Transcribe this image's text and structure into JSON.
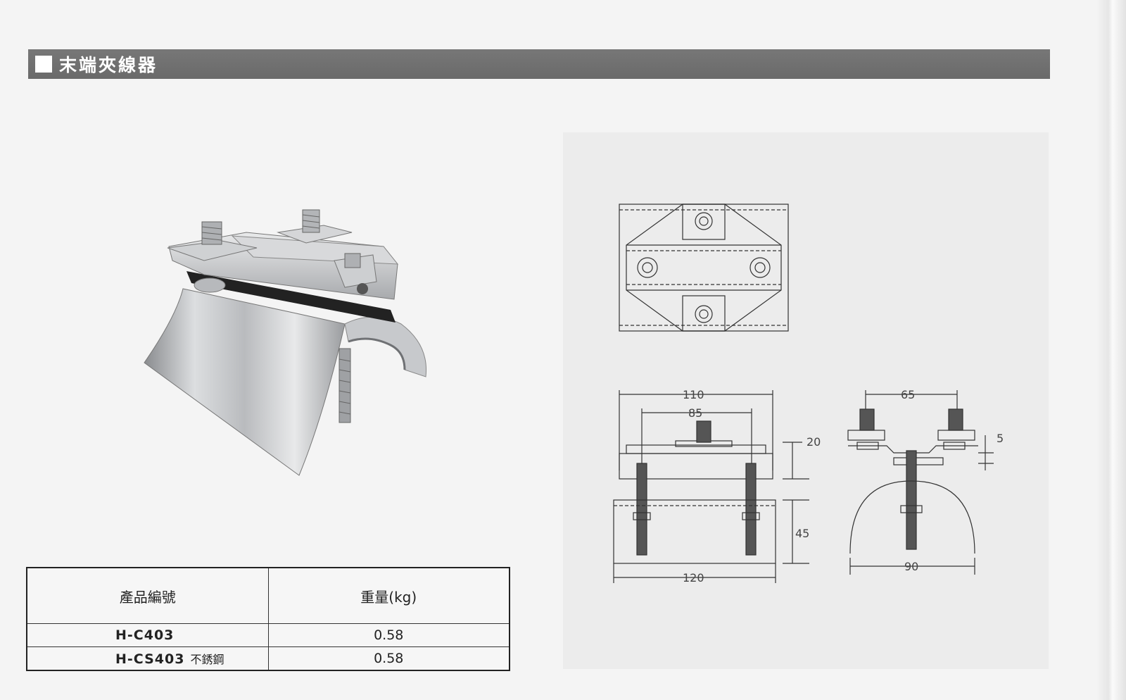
{
  "header": {
    "title": "末端夾線器"
  },
  "table": {
    "headers": [
      "產品編號",
      "重量(kg)"
    ],
    "rows": [
      {
        "model": "H-C403",
        "note": "",
        "weight": "0.58"
      },
      {
        "model": "H-CS403",
        "note": "不銹鋼",
        "weight": "0.58"
      }
    ]
  },
  "drawing": {
    "front_dims": {
      "overall_top": "110",
      "bolt_spacing": "85",
      "height_top": "20",
      "height_bottom": "45",
      "overall_bottom": "120"
    },
    "side_dims": {
      "bolt_spacing": "65",
      "plate_thickness": "5",
      "width": "90"
    }
  }
}
